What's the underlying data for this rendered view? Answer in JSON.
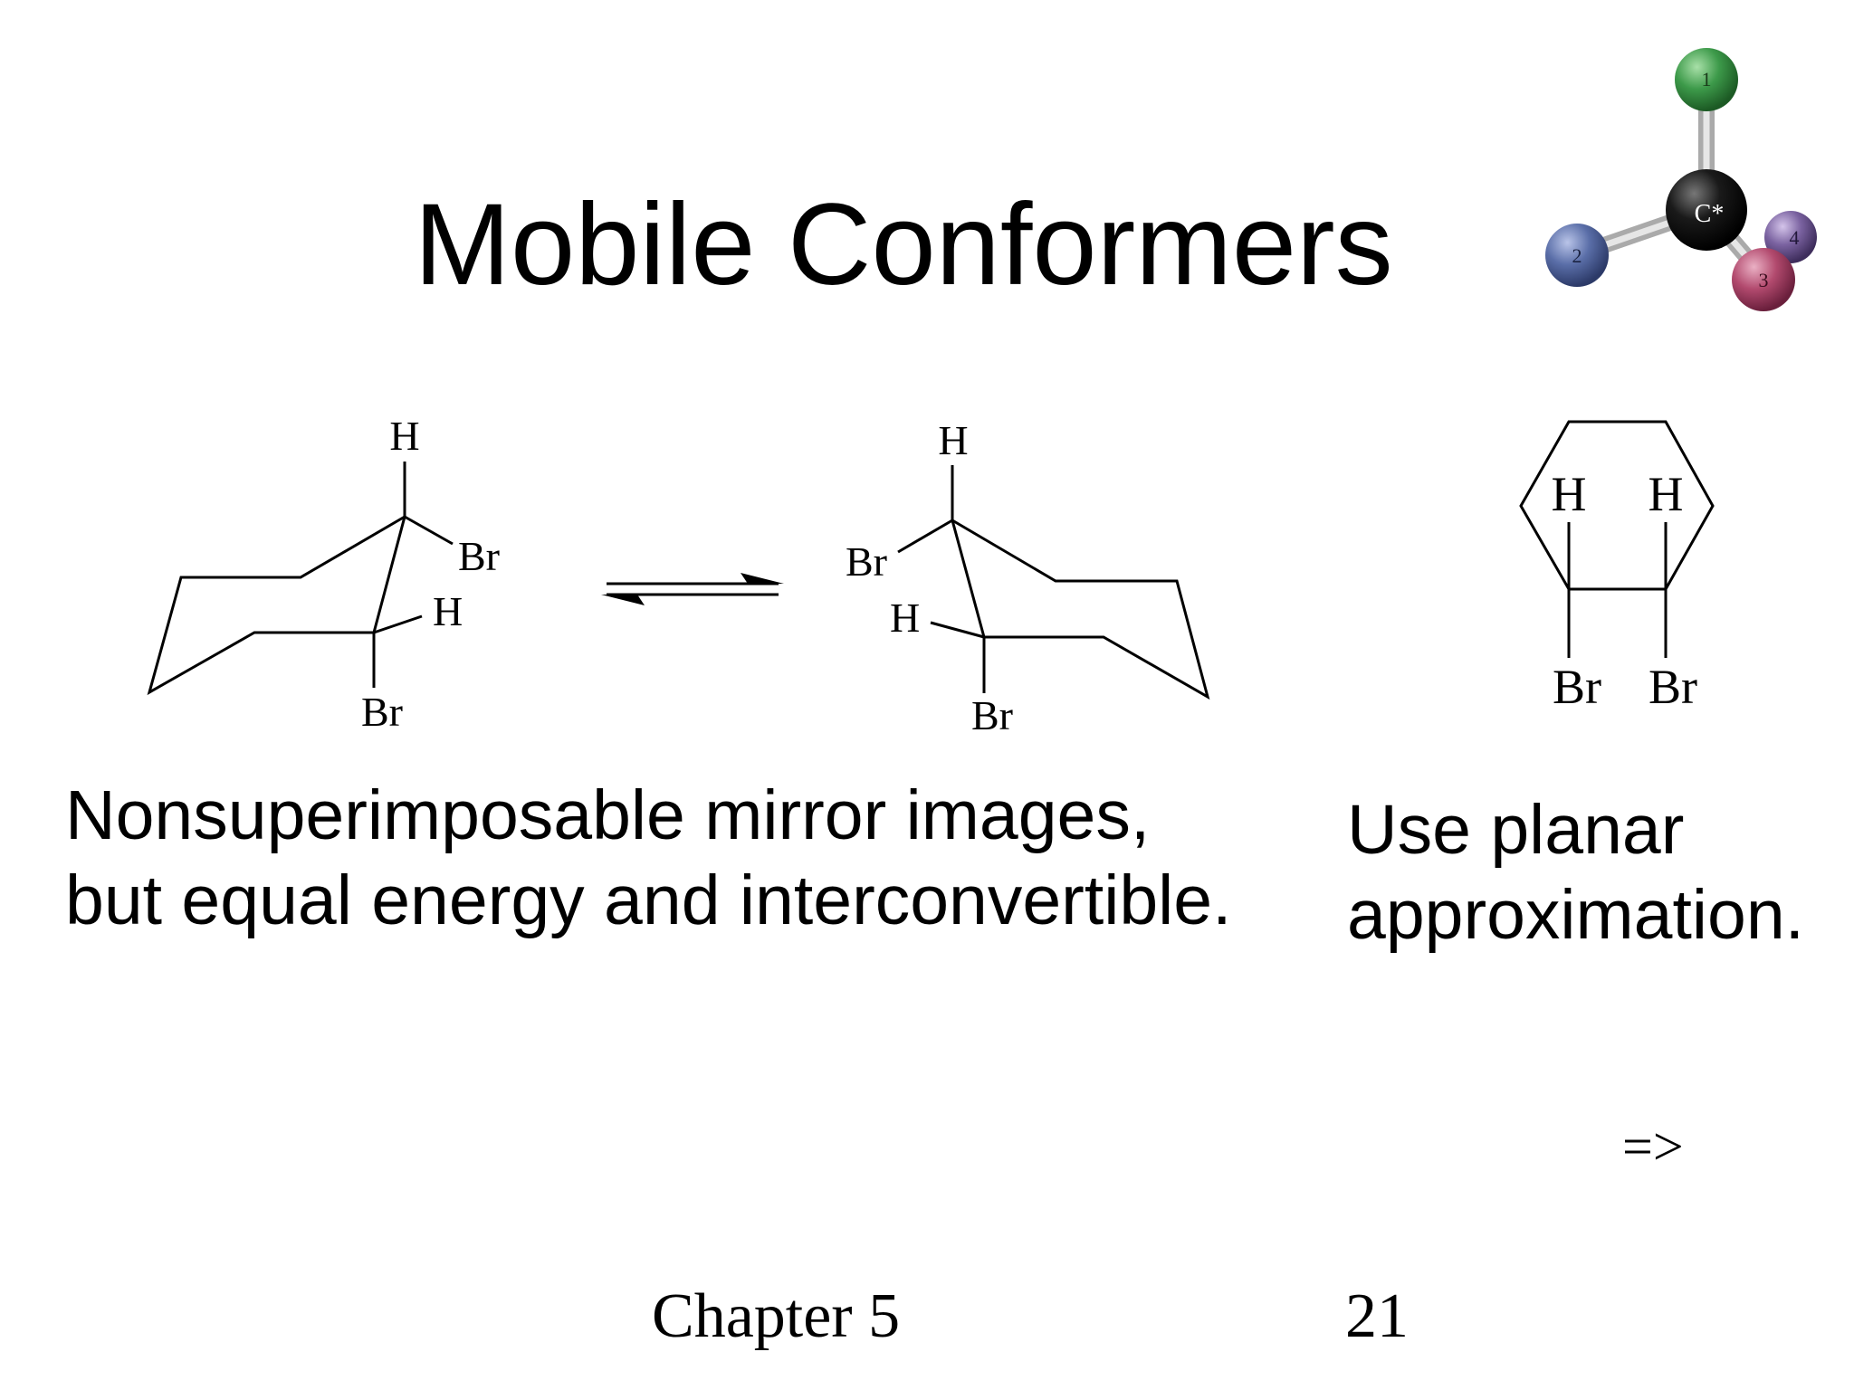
{
  "slide": {
    "title": "Mobile Conformers",
    "caption_left": {
      "line1": "Nonsuperimposable mirror images,",
      "line2": "but equal energy and interconvertible."
    },
    "caption_right": {
      "line1": "Use planar",
      "line2": "approximation."
    },
    "next_marker": "=>",
    "footer": {
      "chapter": "Chapter 5",
      "page": "21"
    }
  },
  "molecule_model": {
    "center_label": "C*",
    "substituents": [
      {
        "label": "1",
        "color": "#3d9a4a"
      },
      {
        "label": "2",
        "color": "#5a6ea8"
      },
      {
        "label": "3",
        "color": "#b24a6e"
      },
      {
        "label": "4",
        "color": "#7a62a0"
      }
    ],
    "center_color": "#111111"
  },
  "structures": {
    "left_chair": {
      "atoms": {
        "top_h": "H",
        "top_br": "Br",
        "mid_h": "H",
        "bottom_br": "Br"
      }
    },
    "right_chair": {
      "atoms": {
        "top_h": "H",
        "top_br": "Br",
        "mid_h": "H",
        "bottom_br": "Br"
      }
    },
    "planar_ring": {
      "atoms": {
        "h_left": "H",
        "h_right": "H",
        "br_left": "Br",
        "br_right": "Br"
      }
    }
  }
}
